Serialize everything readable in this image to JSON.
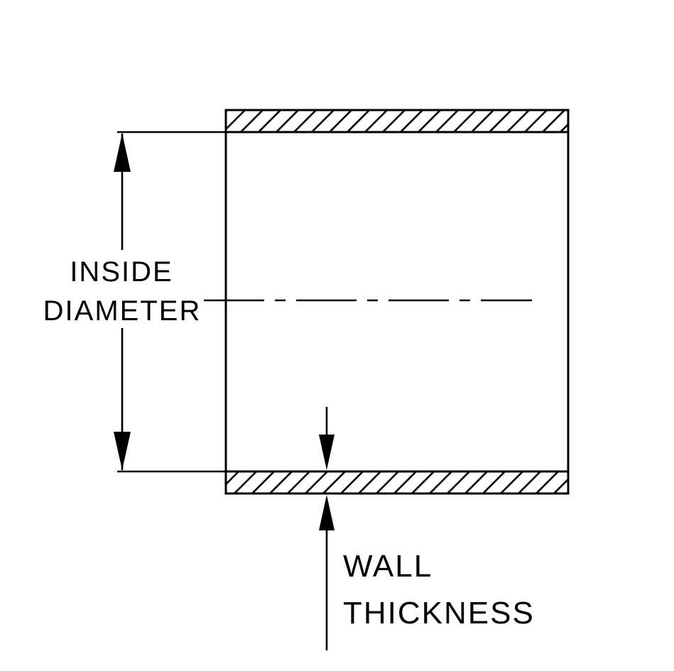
{
  "diagram": {
    "type": "engineering-cross-section",
    "description": "Cross-section of a straight silicone hose coupler showing inside diameter and wall thickness dimension callouts",
    "labels": {
      "inside_diameter": {
        "line1": "INSIDE",
        "line2": "DIAMETER"
      },
      "wall_thickness": {
        "line1": "WALL",
        "line2": "THICKNESS"
      }
    },
    "colors": {
      "line": "#000000",
      "text": "#000000",
      "background": "#ffffff"
    }
  }
}
